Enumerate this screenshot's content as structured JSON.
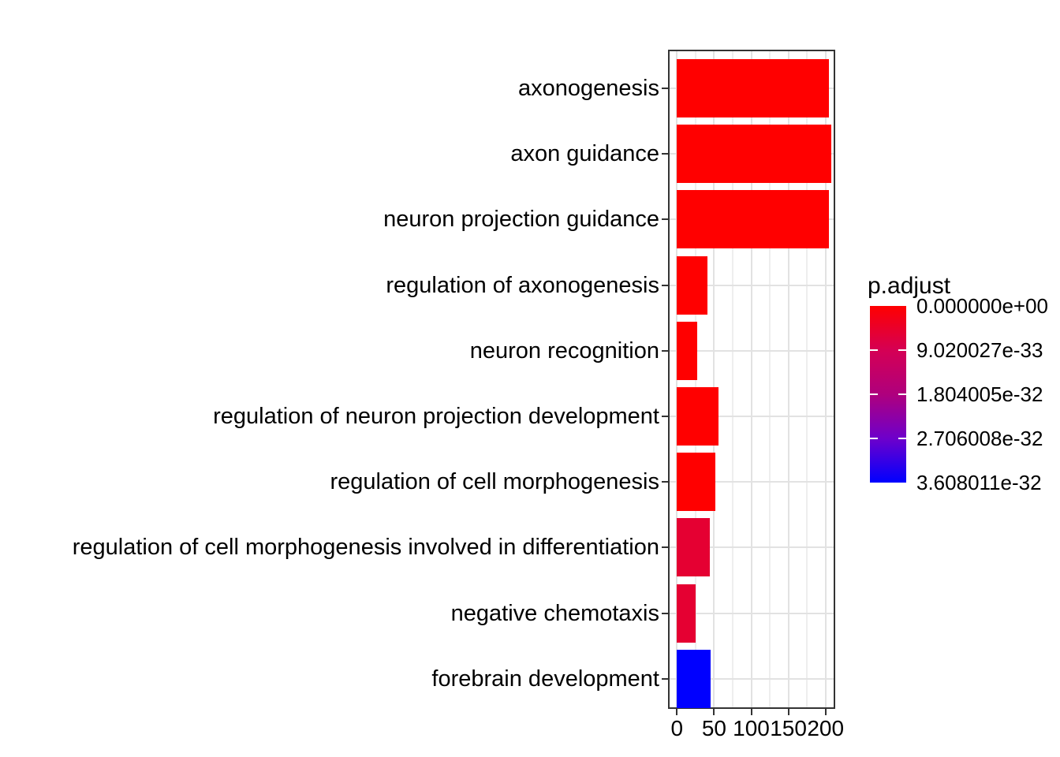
{
  "chart_data": {
    "type": "bar",
    "orientation": "horizontal",
    "title": "",
    "xlabel": "",
    "ylabel": "",
    "categories": [
      "axonogenesis",
      "axon guidance",
      "neuron projection guidance",
      "regulation of axonogenesis",
      "neuron recognition",
      "regulation of neuron projection development",
      "regulation of cell morphogenesis",
      "regulation of cell morphogenesis involved in differentiation",
      "negative chemotaxis",
      "forebrain development"
    ],
    "values": [
      205,
      208,
      205,
      41,
      27,
      56,
      52,
      44,
      25,
      45
    ],
    "bar_colors": [
      "#FF0000",
      "#FF0000",
      "#FF0000",
      "#FF0000",
      "#FF0000",
      "#FF0000",
      "#FF0000",
      "#E50032",
      "#E50032",
      "#0000FF"
    ],
    "x_ticks": [
      0,
      50,
      100,
      150,
      200
    ],
    "x_tick_labels": [
      "0",
      "50",
      "100",
      "150",
      "200"
    ],
    "x_minor_gridlines": [
      25,
      75,
      125,
      175
    ],
    "xlim": [
      0,
      220
    ],
    "grid": true,
    "legend_position": "right",
    "color_scale": {
      "title": "p.adjust",
      "tick_labels": [
        "0.000000e+00",
        "9.020027e-33",
        "1.804005e-32",
        "2.706008e-32",
        "3.608011e-32"
      ],
      "gradient_stops": [
        "#FF0000",
        "#D50054",
        "#AF007D",
        "#6E00CB",
        "#0000FF"
      ]
    }
  },
  "colors": {
    "background": "#FFFFFF",
    "panel_border": "#333333",
    "grid_major": "#E2E2E2",
    "grid_minor": "#EEEEEE",
    "tick": "#333333",
    "text": "#000000"
  }
}
